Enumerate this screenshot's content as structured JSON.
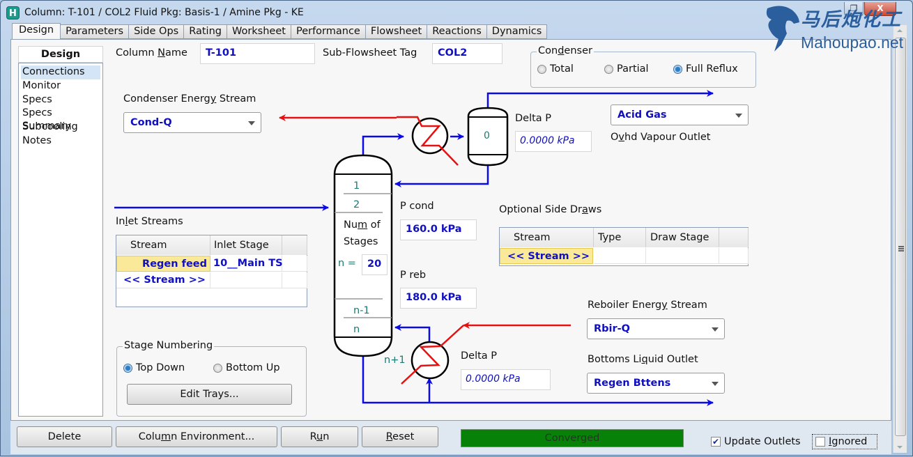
{
  "window": {
    "title": "Column: T-101 / COL2  Fluid Pkg: Basis-1 / Amine Pkg - KE",
    "app_icon": "H",
    "controls": {
      "restore": "❐",
      "close": "X"
    }
  },
  "watermark": {
    "cn": "马后炮化工",
    "en": "Mahoupao.net"
  },
  "tabs": [
    {
      "label": "Design",
      "active": true
    },
    {
      "label": "Parameters"
    },
    {
      "label": "Side Ops"
    },
    {
      "label": "Rating"
    },
    {
      "label": "Worksheet"
    },
    {
      "label": "Performance"
    },
    {
      "label": "Flowsheet"
    },
    {
      "label": "Reactions"
    },
    {
      "label": "Dynamics"
    }
  ],
  "sidebar": {
    "title": "Design",
    "items": [
      {
        "label": "Connections",
        "selected": true
      },
      {
        "label": "Monitor"
      },
      {
        "label": "Specs"
      },
      {
        "label": "Specs Summary"
      },
      {
        "label": "Subcooling"
      },
      {
        "label": "Notes"
      }
    ]
  },
  "column_name": {
    "label_pre": "Column ",
    "label_u": "N",
    "label_post": "ame",
    "value": "T-101"
  },
  "subflowsheet": {
    "label": "Sub-Flowsheet Tag",
    "value": "COL2"
  },
  "condenser": {
    "legend_pre": "Con",
    "legend_u": "d",
    "legend_post": "enser",
    "options": [
      "Total",
      "Partial",
      "Full Reflux"
    ],
    "selected": "Full Reflux"
  },
  "condenser_energy": {
    "label_pre": "Condenser Energ",
    "label_u": "y",
    "label_post": " Stream",
    "value": "Cond-Q"
  },
  "condenser_delta_p": {
    "label": "Delta P",
    "value": "0.0000 kPa"
  },
  "condenser_stage": "0",
  "ovhd": {
    "value": "Acid Gas",
    "label_pre": "O",
    "label_u": "v",
    "label_post": "hd Vapour Outlet"
  },
  "column": {
    "stages_top": [
      "1",
      "2"
    ],
    "num_label_pre": "Nu",
    "num_label_u": "m",
    "num_label_post": " of",
    "num_label_line2": "Stages",
    "n_label": "n =",
    "n_value": "20",
    "stages_bottom": [
      "n-1",
      "n"
    ],
    "reboiler_stage": "n+1"
  },
  "p_cond": {
    "label": "P cond",
    "value": "160.0 kPa"
  },
  "p_reb": {
    "label": "P reb",
    "value": "180.0 kPa"
  },
  "inlet_streams": {
    "label_pre": "In",
    "label_u": "l",
    "label_post": "et Streams",
    "headers": [
      "Stream",
      "Inlet Stage"
    ],
    "rows": [
      {
        "stream": "Regen feed",
        "stage": "10__Main TS"
      },
      {
        "stream": "<< Stream >>",
        "stage": ""
      }
    ]
  },
  "side_draws": {
    "label_pre": "Optional Side Dr",
    "label_u": "a",
    "label_post": "ws",
    "headers": [
      "Stream",
      "Type",
      "Draw Stage"
    ],
    "rows": [
      {
        "stream": "<< Stream >>",
        "type": "",
        "stage": ""
      }
    ]
  },
  "reboiler_energy": {
    "label_pre": "Reboiler Energ",
    "label_u": "y",
    "label_post": " Stream",
    "value": "Rbir-Q"
  },
  "reboiler_delta_p": {
    "label": "Delta P",
    "value": "0.0000 kPa"
  },
  "bottoms": {
    "label_pre": "Bottoms Li",
    "label_u": "q",
    "label_post": "uid Outlet",
    "value": "Regen Bttens"
  },
  "stage_numbering": {
    "legend": "Stage Numbering",
    "options": [
      "Top Down",
      "Bottom Up"
    ],
    "selected": "Top Down",
    "edit_button": "Edit Trays..."
  },
  "footer": {
    "delete": "Delete",
    "col_env_pre": "Colu",
    "col_env_u": "m",
    "col_env_post": "n Environment...",
    "run_pre": "R",
    "run_u": "u",
    "run_post": "n",
    "reset_u": "R",
    "reset_post": "eset",
    "status": "Converged",
    "status_color": "#088108",
    "update_outlets": "Update Outlets",
    "update_outlets_checked": true,
    "ignored_u": "I",
    "ignored_post": "gnored",
    "ignored_checked": false
  },
  "colors": {
    "material_stream": "#0a0ae6",
    "energy_stream": "#e61010",
    "field_text": "#1010c0"
  }
}
